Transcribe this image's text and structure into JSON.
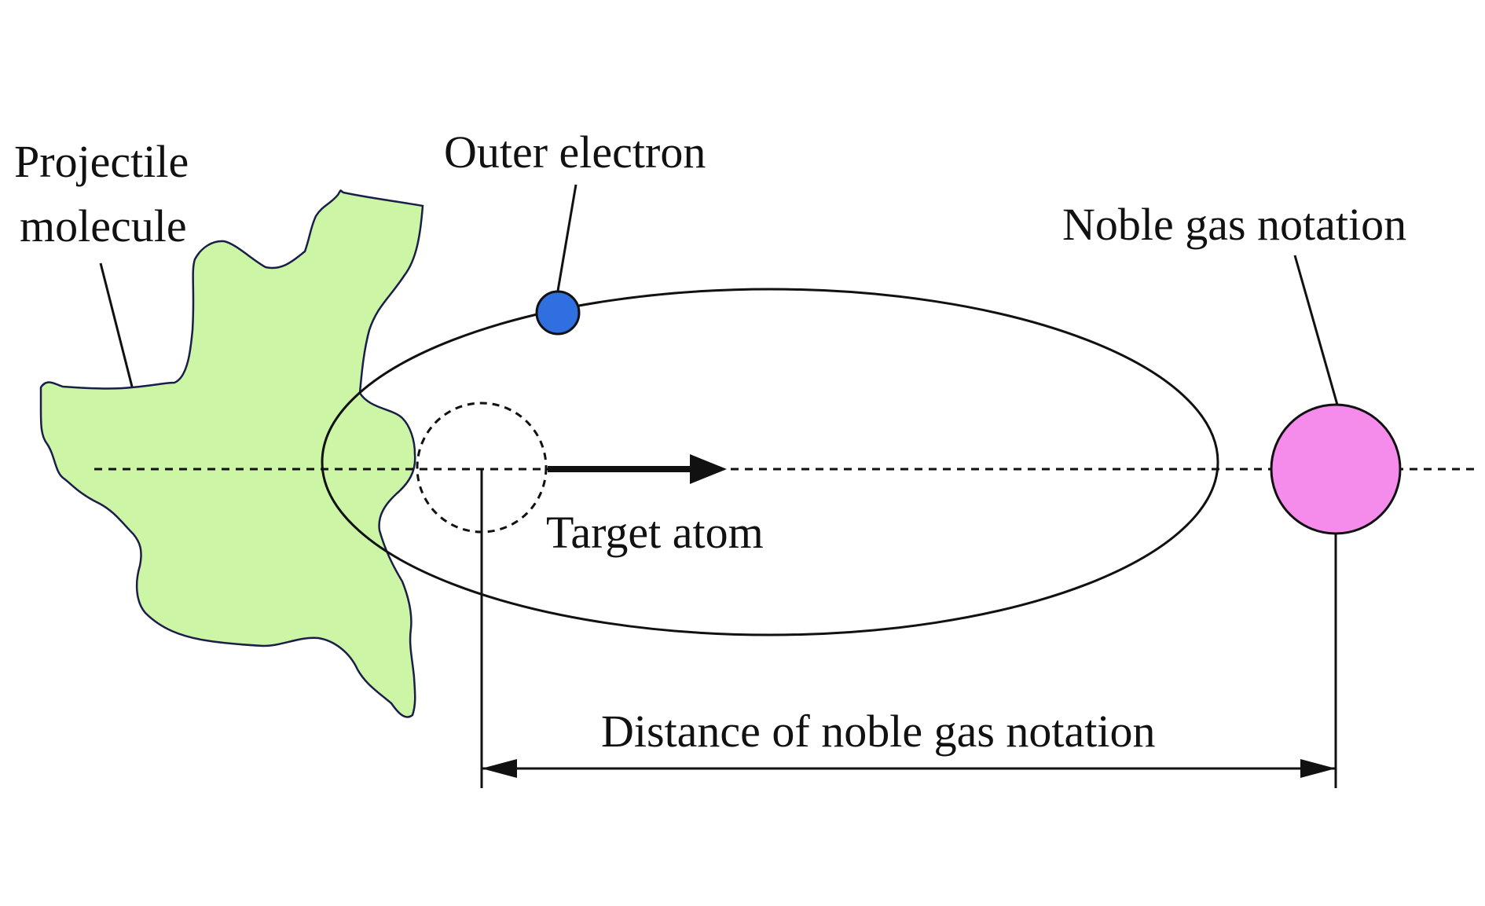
{
  "labels": {
    "projectile_line1": "Projectile",
    "projectile_line2": "molecule",
    "outer_electron": "Outer electron",
    "noble_gas": "Noble gas notation",
    "target_atom": "Target atom",
    "distance": "Distance of noble gas notation"
  },
  "colors": {
    "molecule_fill": "#ccf5a5",
    "electron_fill": "#2f6fe0",
    "noble_gas_fill": "#f58cec",
    "stroke": "#111111"
  }
}
